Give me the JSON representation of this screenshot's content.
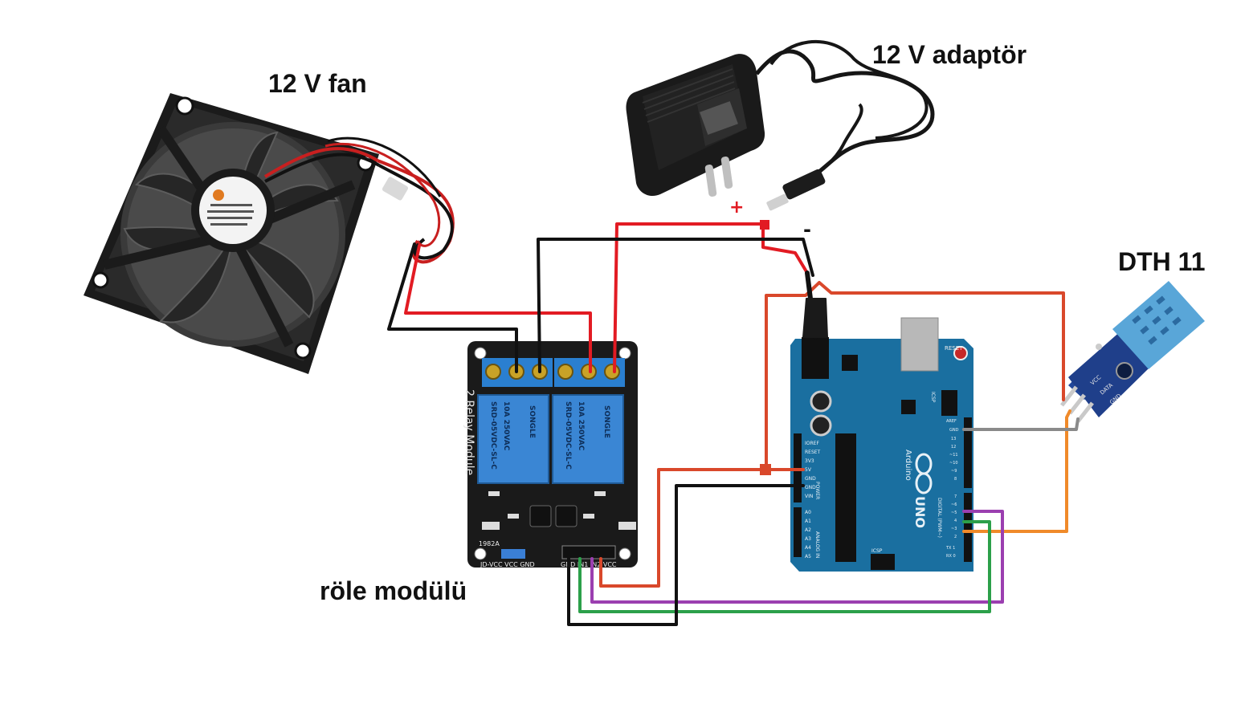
{
  "labels": {
    "fan": "12 V fan",
    "adapter": "12 V adaptör",
    "sensor": "DTH 11",
    "relay": "röle modülü",
    "plus": "+",
    "minus": "-"
  },
  "relay_module": {
    "side_text": "2 Relay Module",
    "relay_left_text": "SRD-05VDC-SL-C",
    "relay_right_text": "SRD-05VDC-SL-C",
    "relay_brand": "SONGLE",
    "rating_line": "10A 250VAC",
    "pin_header": "GND IN1 IN2 VCC",
    "jumper_header": "JD-VCC VCC GND",
    "part_label": "1982A"
  },
  "arduino": {
    "brand": "Arduino",
    "model": "UNO",
    "reset": "RESET",
    "icsp": "ICSP",
    "power_pins": [
      "IOREF",
      "RESET",
      "3V3",
      "5V",
      "GND",
      "GND",
      "VIN"
    ],
    "analog_pins": [
      "A0",
      "A1",
      "A2",
      "A3",
      "A4",
      "A5"
    ],
    "power_label": "POWER",
    "analog_label": "ANALOG IN",
    "digital_label": "DIGITAL (PWM~)",
    "right_pins": [
      "AREF",
      "GND",
      "13",
      "12",
      "~11",
      "~10",
      "~9",
      "8",
      "7",
      "~6",
      "~5",
      "4",
      "~3",
      "2",
      "TX 1",
      "RX 0"
    ]
  },
  "sensor_module": {
    "pins": [
      "VCC",
      "DATA",
      "GND"
    ]
  },
  "colors": {
    "wire_red": "#e21b23",
    "wire_black": "#111111",
    "wire_orange_red": "#d9482b",
    "wire_orange": "#f08a2a",
    "wire_gray": "#8a8a8a",
    "wire_purple": "#9b3fb0",
    "wire_green": "#2ca04a",
    "board_blue": "#1a6fa0",
    "relay_blue": "#2a78c8",
    "pcb_black": "#1a1a1a"
  }
}
